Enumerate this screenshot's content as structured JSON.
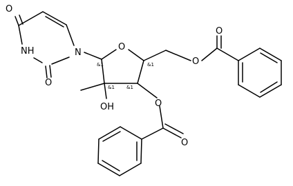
{
  "molecule": {
    "atom_labels": {
      "o_uracil_c4": "O",
      "nh_uracil": "NH",
      "n_uracil": "N",
      "o_uracil_c2": "O",
      "o_ring": "O",
      "o_ester_5": "O",
      "o_carbonyl_5": "O",
      "oh_2": "OH",
      "o_ester_3": "O",
      "o_carbonyl_3": "O"
    },
    "stereo_labels": {
      "c1": "&1",
      "c2": "&1",
      "c3": "&1",
      "c4": "&1"
    }
  }
}
